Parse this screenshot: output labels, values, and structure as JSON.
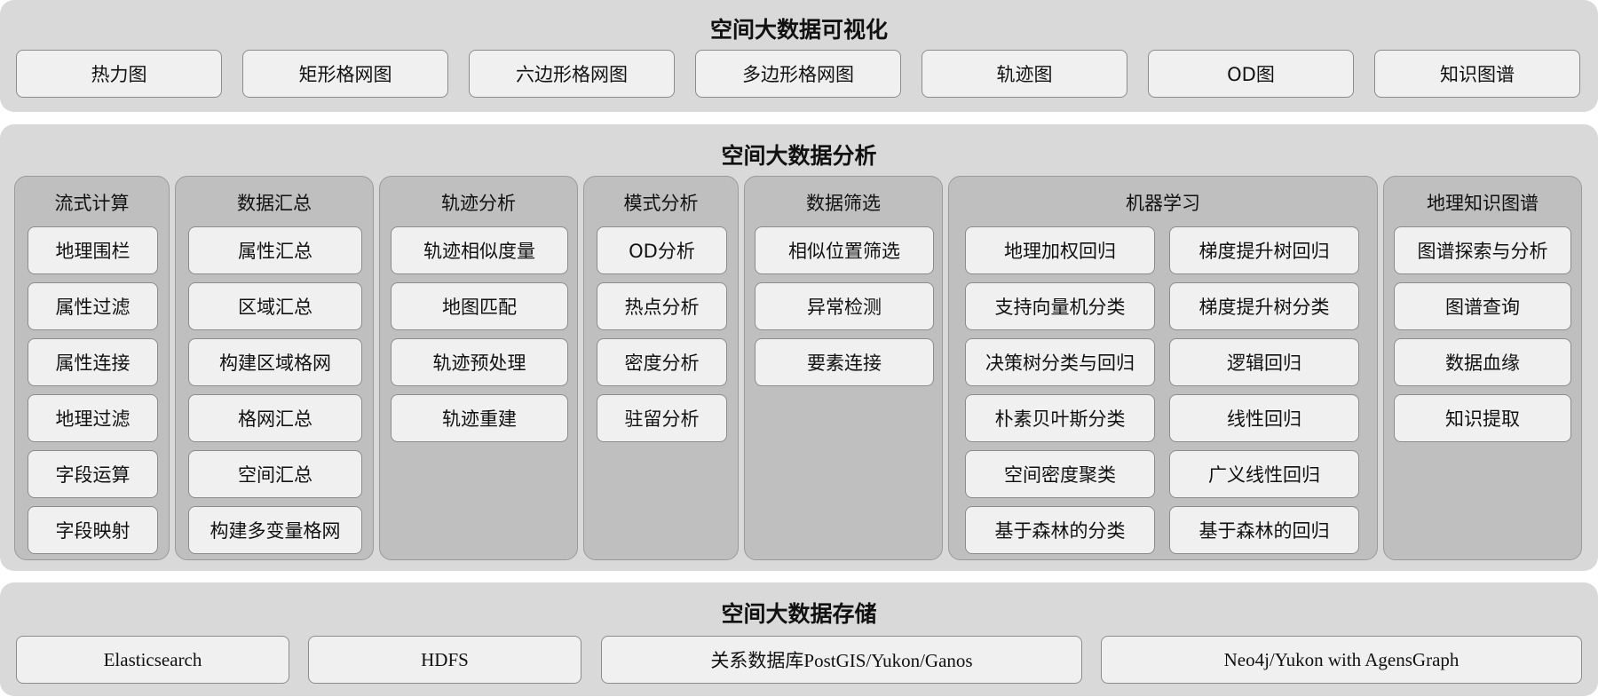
{
  "visualization": {
    "title": "空间大数据可视化",
    "items": [
      "热力图",
      "矩形格网图",
      "六边形格网图",
      "多边形格网图",
      "轨迹图",
      "OD图",
      "知识图谱"
    ]
  },
  "analysis": {
    "title": "空间大数据分析",
    "columns": [
      {
        "title": "流式计算",
        "items": [
          "地理围栏",
          "属性过滤",
          "属性连接",
          "地理过滤",
          "字段运算",
          "字段映射"
        ]
      },
      {
        "title": "数据汇总",
        "items": [
          "属性汇总",
          "区域汇总",
          "构建区域格网",
          "格网汇总",
          "空间汇总",
          "构建多变量格网"
        ]
      },
      {
        "title": "轨迹分析",
        "items": [
          "轨迹相似度量",
          "地图匹配",
          "轨迹预处理",
          "轨迹重建"
        ]
      },
      {
        "title": "模式分析",
        "items": [
          "OD分析",
          "热点分析",
          "密度分析",
          "驻留分析"
        ]
      },
      {
        "title": "数据筛选",
        "items": [
          "相似位置筛选",
          "异常检测",
          "要素连接"
        ]
      },
      {
        "title": "机器学习",
        "items": [
          "地理加权回归",
          "梯度提升树回归",
          "支持向量机分类",
          "梯度提升树分类",
          "决策树分类与回归",
          "逻辑回归",
          "朴素贝叶斯分类",
          "线性回归",
          "空间密度聚类",
          "广义线性回归",
          "基于森林的分类",
          "基于森林的回归"
        ]
      },
      {
        "title": "地理知识图谱",
        "items": [
          "图谱探索与分析",
          "图谱查询",
          "数据血缘",
          "知识提取"
        ]
      }
    ]
  },
  "storage": {
    "title": "空间大数据存储",
    "items": [
      "Elasticsearch",
      "HDFS",
      "关系数据库PostGIS/Yukon/Ganos",
      "Neo4j/Yukon with AgensGraph"
    ]
  }
}
